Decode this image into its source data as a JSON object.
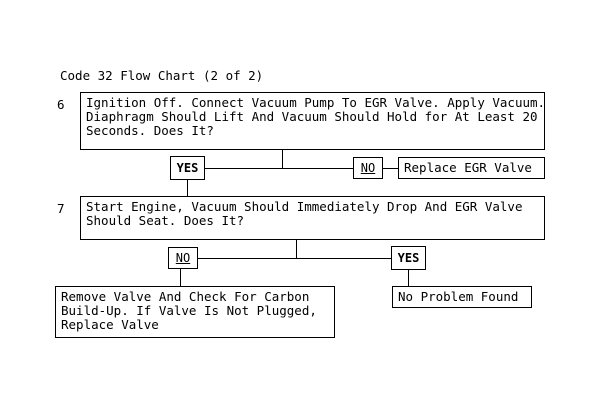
{
  "chart_title": "Code 32 Flow Chart (2 of 2)",
  "steps": [
    {
      "number": "6",
      "text": "Ignition Off. Connect Vacuum Pump To EGR Valve. Apply Vacuum.\nDiaphragm Should Lift And Vacuum Should Hold for At Least 20\nSeconds. Does It?"
    },
    {
      "number": "7",
      "text": "Start Engine, Vacuum Should Immediately Drop And EGR Valve\nShould Seat. Does It?"
    }
  ],
  "decisions": {
    "step6_yes": "YES",
    "step6_no": "NO",
    "step7_no": "NO",
    "step7_yes": "YES"
  },
  "outcomes": {
    "replace_egr_valve": "Replace EGR Valve",
    "remove_valve_check": "Remove Valve And Check For Carbon\nBuild-Up. If Valve Is Not Plugged,\nReplace Valve",
    "no_problem_found": "No Problem Found"
  },
  "colors": {
    "background": "#ffffff",
    "stroke": "#000000",
    "text": "#000000"
  }
}
